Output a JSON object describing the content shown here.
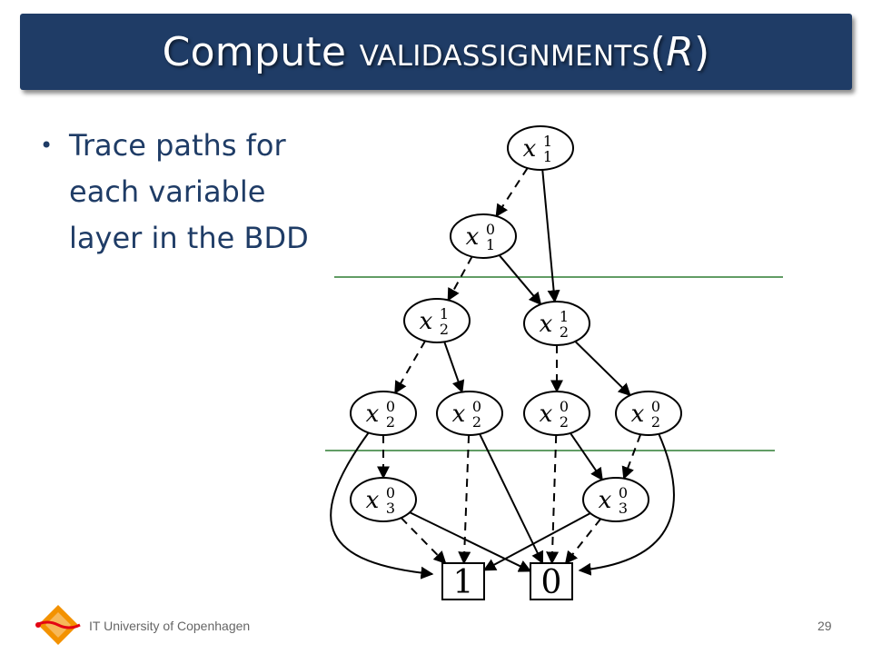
{
  "slide": {
    "title_prefix": "Compute ",
    "title_sc": "ValidAssignments",
    "title_arg_open": "(",
    "title_arg": "R",
    "title_arg_close": ")",
    "bullets": [
      "Trace paths for each variable layer in the BDD"
    ],
    "footer_text": "IT University of Copenhagen",
    "page_number": "29"
  },
  "diagram": {
    "nodes": [
      {
        "id": "n1",
        "var": "x",
        "sub": "1",
        "sup": "1"
      },
      {
        "id": "n2",
        "var": "x",
        "sub": "1",
        "sup": "0"
      },
      {
        "id": "n3",
        "var": "x",
        "sub": "2",
        "sup": "1"
      },
      {
        "id": "n4",
        "var": "x",
        "sub": "2",
        "sup": "1"
      },
      {
        "id": "n5",
        "var": "x",
        "sub": "2",
        "sup": "0"
      },
      {
        "id": "n6",
        "var": "x",
        "sub": "2",
        "sup": "0"
      },
      {
        "id": "n7",
        "var": "x",
        "sub": "2",
        "sup": "0"
      },
      {
        "id": "n8",
        "var": "x",
        "sub": "2",
        "sup": "0"
      },
      {
        "id": "n9",
        "var": "x",
        "sub": "3",
        "sup": "0"
      },
      {
        "id": "n10",
        "var": "x",
        "sub": "3",
        "sup": "0"
      }
    ],
    "terminals": [
      {
        "id": "t1",
        "label": "1"
      },
      {
        "id": "t0",
        "label": "0"
      }
    ],
    "edges": [
      {
        "from": "n1",
        "to": "n2",
        "style": "dashed"
      },
      {
        "from": "n1",
        "to": "n4",
        "style": "solid"
      },
      {
        "from": "n2",
        "to": "n3",
        "style": "dashed"
      },
      {
        "from": "n2",
        "to": "n4",
        "style": "solid"
      },
      {
        "from": "n3",
        "to": "n5",
        "style": "dashed"
      },
      {
        "from": "n3",
        "to": "n6",
        "style": "solid"
      },
      {
        "from": "n4",
        "to": "n7",
        "style": "dashed"
      },
      {
        "from": "n4",
        "to": "n8",
        "style": "solid"
      },
      {
        "from": "n5",
        "to": "n9",
        "style": "dashed"
      },
      {
        "from": "n5",
        "to": "t1",
        "style": "solid"
      },
      {
        "from": "n6",
        "to": "t1",
        "style": "dashed"
      },
      {
        "from": "n6",
        "to": "t0",
        "style": "solid"
      },
      {
        "from": "n7",
        "to": "t0",
        "style": "dashed"
      },
      {
        "from": "n7",
        "to": "n10",
        "style": "solid"
      },
      {
        "from": "n8",
        "to": "n10",
        "style": "dashed"
      },
      {
        "from": "n8",
        "to": "t0",
        "style": "solid"
      },
      {
        "from": "n9",
        "to": "t1",
        "style": "dashed"
      },
      {
        "from": "n9",
        "to": "t0",
        "style": "solid"
      },
      {
        "from": "n10",
        "to": "t0",
        "style": "dashed"
      },
      {
        "from": "n10",
        "to": "t1",
        "style": "solid"
      }
    ],
    "separator_color": "#2e7d32"
  },
  "colors": {
    "title_bar": "#1f3c66",
    "bullet_text": "#1f3c66",
    "logo_orange": "#f39200",
    "logo_red": "#e30613"
  }
}
